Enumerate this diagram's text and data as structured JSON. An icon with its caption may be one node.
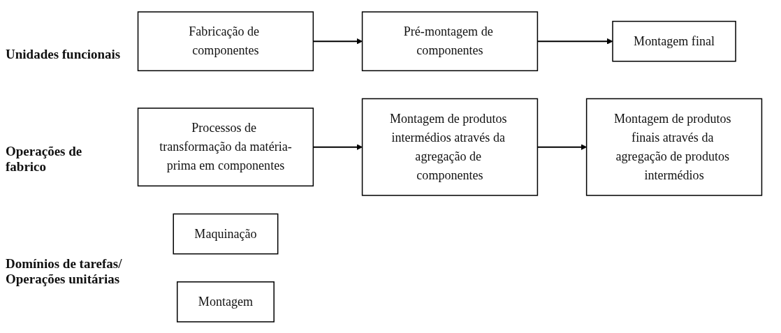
{
  "diagram": {
    "nodes": [
      {
        "text": [
          "Fabricação de componentes"
        ]
      },
      {
        "text": [
          "Pré-montagem de componentes"
        ]
      },
      {
        "text": [
          "Montagem final"
        ]
      },
      {
        "text": [
          "Processos de transformação da matéria-prima em componentes"
        ]
      },
      {
        "text": [
          "Montagem de produtos intermédios através da agregação de componentes"
        ]
      },
      {
        "text": [
          "Montagem de produtos finais através da agregação de produtos intermédios"
        ]
      },
      {
        "text": [
          "Maquinação"
        ]
      },
      {
        "text": [
          "Montagem"
        ]
      }
    ],
    "edges": [
      {
        "from": 0,
        "to": 1,
        "arrow": "to"
      },
      {
        "from": 1,
        "to": 2,
        "arrow": "to"
      },
      {
        "from": 3,
        "to": 4,
        "arrow": "to"
      },
      {
        "from": 4,
        "to": 5,
        "arrow": "to"
      }
    ],
    "labels": [
      "Unidades funcionais",
      "Operações de fabrico",
      "Domínios de tarefas/ Operações unitárias"
    ]
  }
}
